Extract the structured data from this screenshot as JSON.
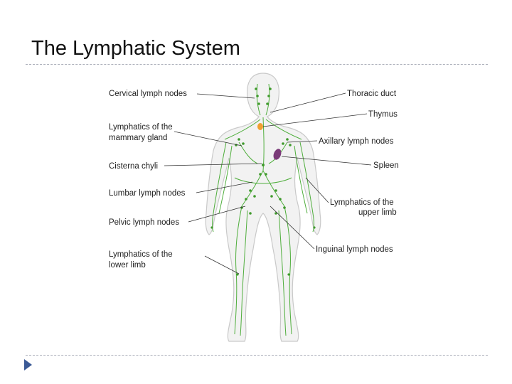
{
  "slide": {
    "title": "The Lymphatic System"
  },
  "figure": {
    "labels_left": {
      "cervical": "Cervical lymph nodes",
      "mammary_1": "Lymphatics of the",
      "mammary_2": "mammary gland",
      "cisterna": "Cisterna chyli",
      "lumbar": "Lumbar lymph nodes",
      "pelvic": "Pelvic lymph nodes",
      "lower_limb_1": "Lymphatics of the",
      "lower_limb_2": "lower limb"
    },
    "labels_right": {
      "thoracic": "Thoracic duct",
      "thymus": "Thymus",
      "axillary": "Axillary lymph nodes",
      "spleen": "Spleen",
      "upper_limb_1": "Lymphatics of the",
      "upper_limb_2": "upper limb",
      "inguinal": "Inguinal lymph nodes"
    },
    "colors": {
      "vessel": "#4fae3c",
      "node": "#3f9a2c",
      "body_outline": "#c9c9c9",
      "body_fill": "#f2f2f2",
      "thymus": "#f0a030",
      "spleen": "#7a3a78",
      "leader_line": "#333333"
    }
  }
}
